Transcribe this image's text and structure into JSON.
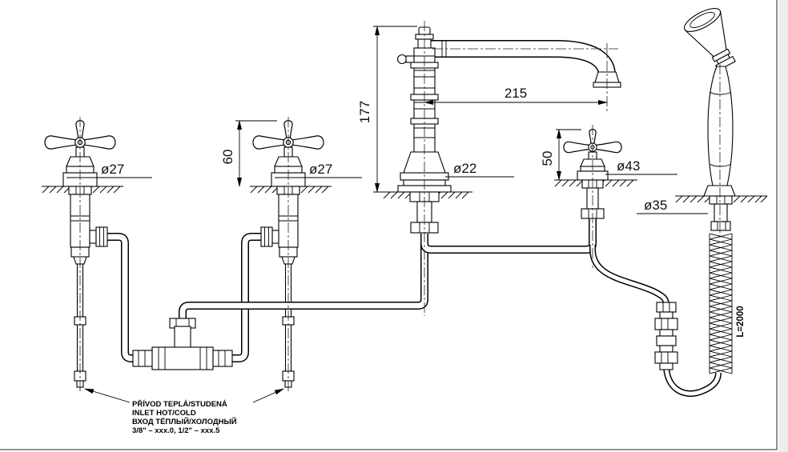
{
  "drawing": {
    "dimensions": {
      "spout_height": "177",
      "spout_reach": "215",
      "valve_height": "60",
      "diverter_height": "50",
      "dia_valve_left": "ø27",
      "dia_valve_right": "ø27",
      "dia_spout": "ø22",
      "dia_diverter": "ø43",
      "dia_shower": "ø35",
      "hose_length": "L=2000"
    },
    "notes": {
      "line1": "PŘÍVOD TEPLÁ/STUDENÁ",
      "line2": "INLET HOT/COLD",
      "line3": "ВХОД ТЁПЛЫЙ/ХОЛОДНЫЙ",
      "line4": "3/8\" – xxx.0, 1/2\" – xxx.5"
    },
    "line_color": "#000000",
    "background_color": "#ffffff"
  }
}
